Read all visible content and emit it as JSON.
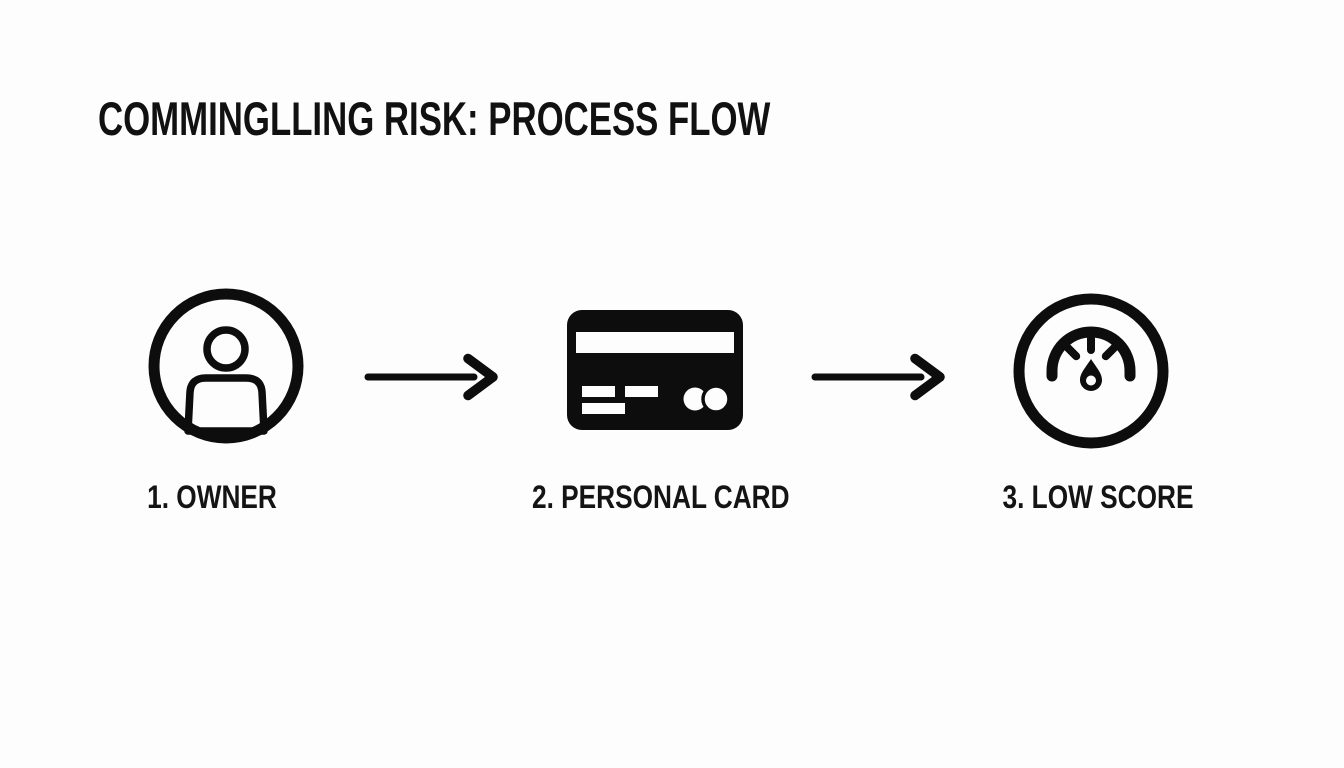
{
  "title": "COMMINGLLING RISK: PROCESS FLOW",
  "colors": {
    "background": "#fdfdfd",
    "ink": "#0d0d0d"
  },
  "flow": {
    "steps": [
      {
        "label": "1. OWNER",
        "icon": "user-circle-icon"
      },
      {
        "label": "2. PERSONAL CARD",
        "icon": "credit-card-icon"
      },
      {
        "label": "3. LOW SCORE",
        "icon": "gauge-icon"
      }
    ],
    "connectors": [
      {
        "type": "arrow-right"
      },
      {
        "type": "arrow-right"
      }
    ]
  }
}
